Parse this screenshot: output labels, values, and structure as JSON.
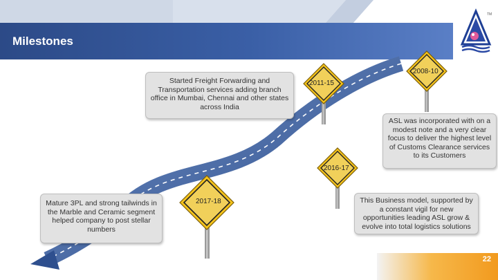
{
  "slide": {
    "title": "Milestones",
    "page_number": "22",
    "logo_mark": "TM"
  },
  "milestones": [
    {
      "year": "2008-10",
      "text": "ASL was incorporated with on a modest note and a very clear focus to deliver the highest level of Customs Clearance services to its Customers"
    },
    {
      "year": "2011-15",
      "text": "Started Freight Forwarding and Transportation services adding branch office in Mumbai, Chennai and other states across India"
    },
    {
      "year": "2016-17",
      "text": "This Business model, supported by a constant vigil for new opportunities leading ASL grow & evolve into total logistics solutions"
    },
    {
      "year": "2017-18",
      "text": "Mature 3PL and strong tailwinds in the Marble and Ceramic segment helped company to post stellar numbers"
    }
  ],
  "colors": {
    "title_bar": "#2c4a87",
    "road": "#3a5f9e",
    "sign_fill": "#f4c21b",
    "sign_inner": "#f1d05a",
    "accent_orange": "#f29a1e",
    "box_fill": "#e2e2e2"
  }
}
